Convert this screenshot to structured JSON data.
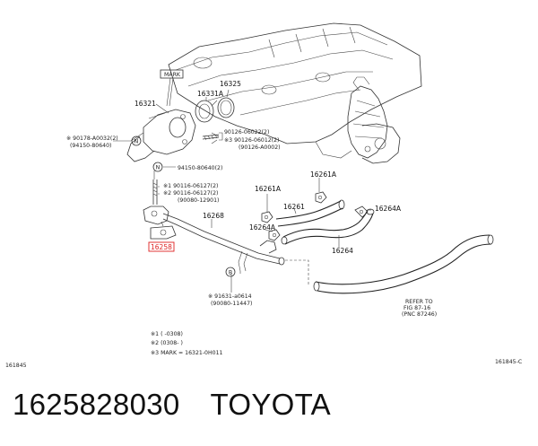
{
  "labels": {
    "mark": "MARK",
    "p16321": "16321",
    "p16331a": "16331A",
    "p16325": "16325",
    "bolt_a1": "※ 90178-A0032(2)",
    "bolt_a2": "(94150-80640)",
    "bolt_b": "90126-06022(2)",
    "bolt_c1": "※3  90126-06012(2)",
    "bolt_c2": "(90126-A0002)",
    "nut_n": "94150-80640(2)",
    "stud1": "※1  90116-06127(2)",
    "stud2": "※2  90116-06127(2)",
    "stud3": "(90080-12901)",
    "p16268": "16268",
    "p16258": "16258",
    "p16261a_1": "16261A",
    "p16261a_2": "16261A",
    "p16261": "16261",
    "p16264a_1": "16264A",
    "p16264a_2": "16264A",
    "p16264": "16264",
    "clip1": "※ 91631-a0614",
    "clip2": "(90080-11447)",
    "refer1": "REFER TO",
    "refer2": "FIG 87-16",
    "refer3": "(PNC 87246)",
    "circle_n1": "N",
    "circle_n2": "N",
    "circle_b": "B",
    "note1": "※1   (     -0308)",
    "note2": "※2   (0308-      )",
    "note3": "※3   MARK = 16321-0H011",
    "fig_left": "161845",
    "fig_right": "161845-C"
  },
  "footer": {
    "part_number": "1625828030",
    "brand": "TOYOTA"
  }
}
